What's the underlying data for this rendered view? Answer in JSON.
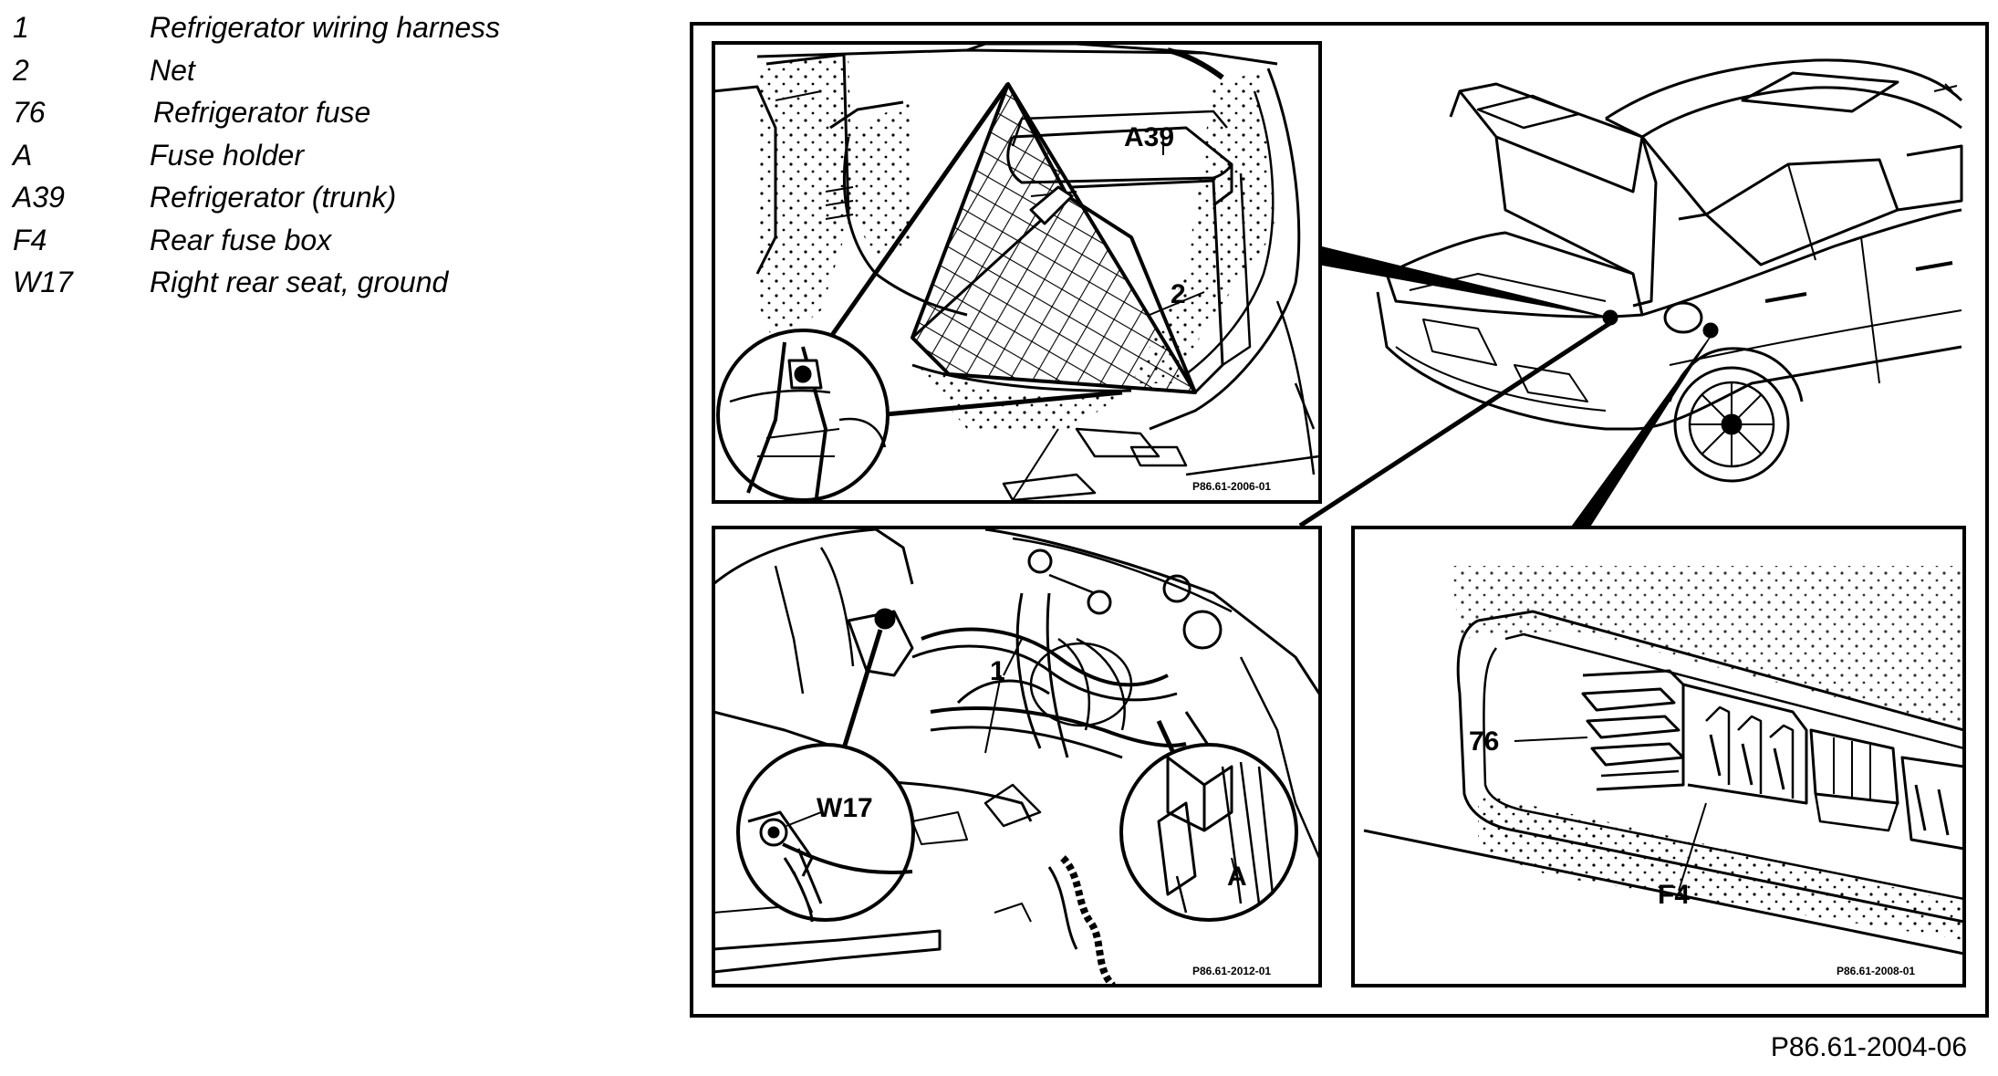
{
  "legend": [
    {
      "key": "1",
      "desc": "Refrigerator wiring harness"
    },
    {
      "key": "2",
      "desc": "Net"
    },
    {
      "key": "76",
      "desc": "Refrigerator fuse"
    },
    {
      "key": "A",
      "desc": "Fuse holder"
    },
    {
      "key": "A39",
      "desc": "Refrigerator (trunk)"
    },
    {
      "key": "F4",
      "desc": "Rear fuse box"
    },
    {
      "key": "W17",
      "desc": "Right rear seat, ground"
    }
  ],
  "callouts": {
    "a39": "A39",
    "net": "2",
    "harness": "1",
    "w17": "W17",
    "fuse_holder": "A",
    "fuse": "76",
    "fuse_box": "F4"
  },
  "panel_codes": {
    "trunk": "P86.61-2006-01",
    "seat": "P86.61-2012-01",
    "fusebox": "P86.61-2008-01"
  },
  "figure_id": "P86.61-2004-06"
}
